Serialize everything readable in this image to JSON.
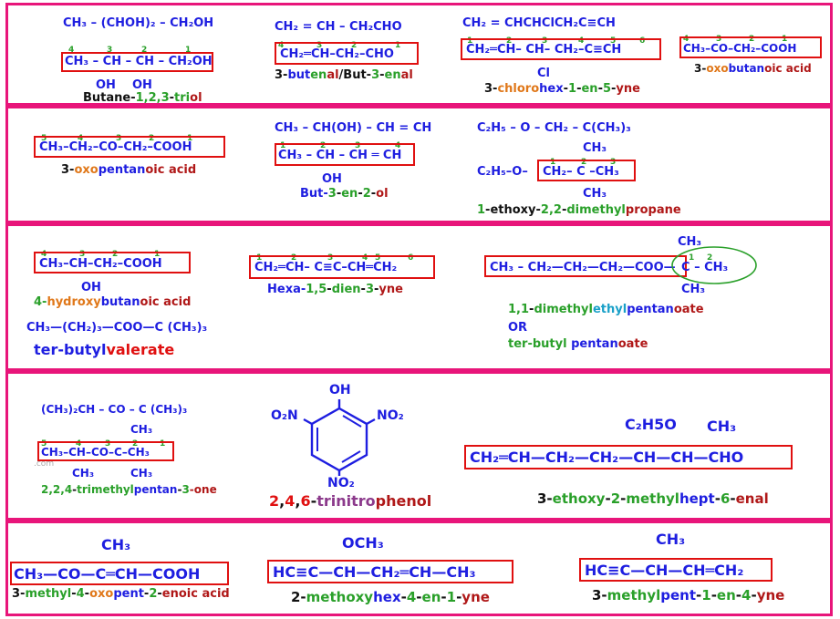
{
  "r1": {
    "c1": {
      "cond": "CH₃ – (CHOH)₂ – CH₂OH",
      "chain": "CH₃ – CH – CH – CH₂OH",
      "nums": [
        "4",
        "3",
        "2",
        "1"
      ],
      "sub1": "OH",
      "sub2": "OH",
      "name": [
        [
          "Butane-",
          "c-k"
        ],
        [
          "1,2,3",
          "c-g"
        ],
        [
          "-",
          "c-k"
        ],
        [
          "tri",
          "c-g"
        ],
        [
          "ol",
          "c-r"
        ]
      ]
    },
    "c2": {
      "cond": "CH₂ = CH – CH₂CHO",
      "chain": "CH₂═CH–CH₂–CHO",
      "nums": [
        "4",
        "3",
        "2",
        "1"
      ],
      "name": [
        [
          "3-",
          "c-k"
        ],
        [
          "but",
          "c-b"
        ],
        [
          "en",
          "c-g"
        ],
        [
          "al",
          "c-r"
        ],
        [
          "/But-",
          "c-k"
        ],
        [
          "3",
          "c-g"
        ],
        [
          "-",
          "c-k"
        ],
        [
          "en",
          "c-g"
        ],
        [
          "al",
          "c-r"
        ]
      ]
    },
    "c3": {
      "cond": "CH₂ = CHCHClCH₂C≡CH",
      "chain": "CH₂═CH– CH– CH₂–C≡CH",
      "nums": [
        "1",
        "2",
        "3",
        "4",
        "5",
        "6"
      ],
      "sub": "Cl",
      "name": [
        [
          "3-",
          "c-k"
        ],
        [
          "chloro",
          "c-o"
        ],
        [
          "hex",
          "c-b"
        ],
        [
          "-",
          "c-k"
        ],
        [
          "1",
          "c-g"
        ],
        [
          "-",
          "c-k"
        ],
        [
          "en",
          "c-g"
        ],
        [
          "-",
          "c-k"
        ],
        [
          "5",
          "c-g"
        ],
        [
          "-",
          "c-k"
        ],
        [
          "yne",
          "c-r"
        ]
      ]
    },
    "c4": {
      "chain": "CH₃–CO–CH₂–COOH",
      "nums": [
        "4",
        "3",
        "2",
        "1"
      ],
      "name": [
        [
          "3-",
          "c-k"
        ],
        [
          "oxo",
          "c-o"
        ],
        [
          "butan",
          "c-b"
        ],
        [
          "oic acid",
          "c-r"
        ]
      ]
    }
  },
  "r2": {
    "c1": {
      "chain": "CH₃–CH₂–CO–CH₂–COOH",
      "nums": [
        "5",
        "4",
        "3",
        "2",
        "1"
      ],
      "name": [
        [
          "3-",
          "c-k"
        ],
        [
          "oxo",
          "c-o"
        ],
        [
          "pentan",
          "c-b"
        ],
        [
          "oic acid",
          "c-r"
        ]
      ]
    },
    "c2": {
      "cond": "CH₃ – CH(OH) – CH = CH",
      "chain": "CH₃ – CH – CH ═ CH",
      "nums": [
        "1",
        "2",
        "3",
        "4"
      ],
      "sub": "OH",
      "name": [
        [
          "But-",
          "c-b"
        ],
        [
          "3",
          "c-g"
        ],
        [
          "-",
          "c-k"
        ],
        [
          "en",
          "c-g"
        ],
        [
          "-",
          "c-k"
        ],
        [
          "2",
          "c-g"
        ],
        [
          "-",
          "c-k"
        ],
        [
          "ol",
          "c-r"
        ]
      ]
    },
    "c3": {
      "cond": "C₂H₅ – O – CH₂ – C(CH₃)₃",
      "top": "CH₃",
      "left": "C₂H₅–O–",
      "chain": "CH₂– C –CH₃",
      "nums": [
        "1",
        "2",
        "3"
      ],
      "bottom": "CH₃",
      "name": [
        [
          "1",
          "c-g"
        ],
        [
          "-ethoxy-",
          "c-k"
        ],
        [
          "2,2",
          "c-g"
        ],
        [
          "-",
          "c-k"
        ],
        [
          "dimethyl",
          "c-g"
        ],
        [
          "propane",
          "c-r"
        ]
      ]
    }
  },
  "r3": {
    "c1": {
      "chain": "CH₃–CH–CH₂–COOH",
      "nums": [
        "4",
        "3",
        "2",
        "1"
      ],
      "sub": "OH",
      "name": [
        [
          "4-",
          "c-g"
        ],
        [
          "hydroxy",
          "c-o"
        ],
        [
          "butan",
          "c-b"
        ],
        [
          "oic acid",
          "c-r"
        ]
      ],
      "cond2": "CH₃—(CH₂)₃—COO—C (CH₃)₃",
      "name2": [
        [
          "ter-butyl",
          "c-b"
        ],
        [
          "valerate",
          "c-red"
        ]
      ]
    },
    "c2": {
      "chain": "CH₂═CH– C≡C–CH═CH₂",
      "nums": [
        "1",
        "2",
        "3",
        "4",
        "5",
        "6"
      ],
      "name": [
        [
          "Hexa-",
          "c-b"
        ],
        [
          "1,5",
          "c-g"
        ],
        [
          "-",
          "c-k"
        ],
        [
          "dien",
          "c-g"
        ],
        [
          "-",
          "c-k"
        ],
        [
          "3",
          "c-g"
        ],
        [
          "-",
          "c-k"
        ],
        [
          "yne",
          "c-r"
        ]
      ]
    },
    "c3": {
      "chain": "CH₃ – CH₂—CH₂—CH₂—COO—",
      "tail": "C – CH₃",
      "top": "CH₃",
      "bottom": "CH₃",
      "nums": [
        "1",
        "2"
      ],
      "name": [
        [
          "1,1",
          "c-g"
        ],
        [
          "-",
          "c-k"
        ],
        [
          "dimethyl",
          "c-g"
        ],
        [
          "ethyl",
          "c-c"
        ],
        [
          "pentan",
          "c-b"
        ],
        [
          "oate",
          "c-r"
        ]
      ],
      "or": "OR",
      "name2": [
        [
          "ter-butyl",
          "c-g"
        ],
        [
          " pent",
          "c-b"
        ],
        [
          "an",
          "c-b"
        ],
        [
          "oate",
          "c-r"
        ]
      ]
    }
  },
  "r4": {
    "c1": {
      "cond": "(CH₃)₂CH – CO – C (CH₃)₃",
      "top": "CH₃",
      "chain": "CH₃–CH–CO–C–CH₃",
      "nums": [
        "5",
        "4",
        "3",
        "2",
        "1"
      ],
      "b1": "CH₃",
      "b2": "CH₃",
      "wm": ".com",
      "name": [
        [
          "2,2,4",
          "c-g"
        ],
        [
          "-",
          "c-k"
        ],
        [
          "tri",
          "c-g"
        ],
        [
          "methyl",
          "c-g"
        ],
        [
          "pentan",
          "c-b"
        ],
        [
          "-",
          "c-k"
        ],
        [
          "3",
          "c-g"
        ],
        [
          "-one",
          "c-r"
        ]
      ]
    },
    "c2": {
      "oh": "OH",
      "no2l": "O₂N",
      "no2r": "NO₂",
      "no2b": "NO₂",
      "name": [
        [
          "2",
          "c-red"
        ],
        [
          ",",
          "c-k"
        ],
        [
          "4",
          "c-red"
        ],
        [
          ",",
          "c-k"
        ],
        [
          "6",
          "c-red"
        ],
        [
          "-",
          "c-k"
        ],
        [
          "trinitro",
          "c-p"
        ],
        [
          "phenol",
          "c-r"
        ]
      ]
    },
    "c3": {
      "chain": "CH₂═CH—CH₂—CH₂—CH—CH—CHO",
      "t1": "C₂H5O",
      "t2": "CH₃",
      "name": [
        [
          "3-",
          "c-k"
        ],
        [
          "ethoxy",
          "c-g"
        ],
        [
          "-",
          "c-k"
        ],
        [
          "2",
          "c-g"
        ],
        [
          "-",
          "c-k"
        ],
        [
          "methyl",
          "c-g"
        ],
        [
          "hept",
          "c-b"
        ],
        [
          "-",
          "c-k"
        ],
        [
          "6",
          "c-g"
        ],
        [
          "-",
          "c-k"
        ],
        [
          "enal",
          "c-r"
        ]
      ]
    }
  },
  "r5": {
    "c1": {
      "top": "CH₃",
      "chain": "CH₃—CO—C═CH—COOH",
      "name": [
        [
          "3-",
          "c-k"
        ],
        [
          "methyl",
          "c-g"
        ],
        [
          "-",
          "c-k"
        ],
        [
          "4",
          "c-g"
        ],
        [
          "-",
          "c-k"
        ],
        [
          "oxo",
          "c-o"
        ],
        [
          "pent",
          "c-b"
        ],
        [
          "-",
          "c-k"
        ],
        [
          "2",
          "c-g"
        ],
        [
          "-",
          "c-k"
        ],
        [
          "enoic acid",
          "c-r"
        ]
      ]
    },
    "c2": {
      "top": "OCH₃",
      "chain": "HC≡C—CH—CH₂═CH—CH₃",
      "name": [
        [
          "2-",
          "c-k"
        ],
        [
          "methoxy",
          "c-g"
        ],
        [
          "hex",
          "c-b"
        ],
        [
          "-",
          "c-k"
        ],
        [
          "4",
          "c-g"
        ],
        [
          "-",
          "c-k"
        ],
        [
          "en",
          "c-g"
        ],
        [
          "-",
          "c-k"
        ],
        [
          "1",
          "c-g"
        ],
        [
          "-",
          "c-k"
        ],
        [
          "yne",
          "c-r"
        ]
      ]
    },
    "c3": {
      "top": "CH₃",
      "chain": "HC≡C—CH—CH═CH₂",
      "name": [
        [
          "3-",
          "c-k"
        ],
        [
          "methyl",
          "c-g"
        ],
        [
          "pent",
          "c-b"
        ],
        [
          "-",
          "c-k"
        ],
        [
          "1",
          "c-g"
        ],
        [
          "-",
          "c-k"
        ],
        [
          "en",
          "c-g"
        ],
        [
          "-",
          "c-k"
        ],
        [
          "4",
          "c-g"
        ],
        [
          "-",
          "c-k"
        ],
        [
          "yne",
          "c-r"
        ]
      ]
    }
  }
}
